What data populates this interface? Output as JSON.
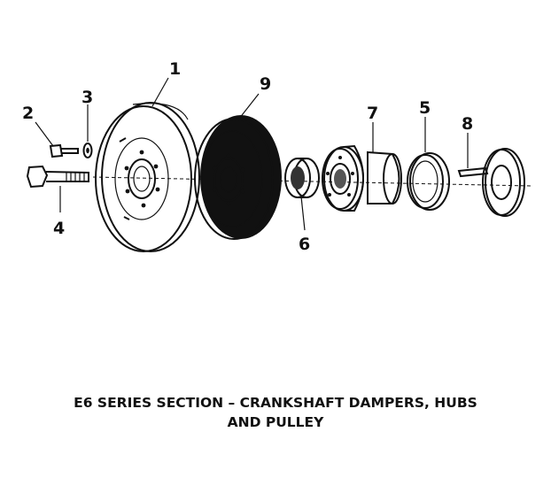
{
  "callouts": {
    "c1": "1",
    "c2": "2",
    "c3": "3",
    "c4": "4",
    "c5": "5",
    "c6": "6",
    "c7": "7",
    "c8": "8",
    "c9": "9"
  },
  "caption": {
    "line1": "E6 SERIES SECTION – CRANKSHAFT DAMPERS, HUBS",
    "line2": "AND PULLEY"
  },
  "colors": {
    "ink": "#111111",
    "background": "#ffffff"
  }
}
